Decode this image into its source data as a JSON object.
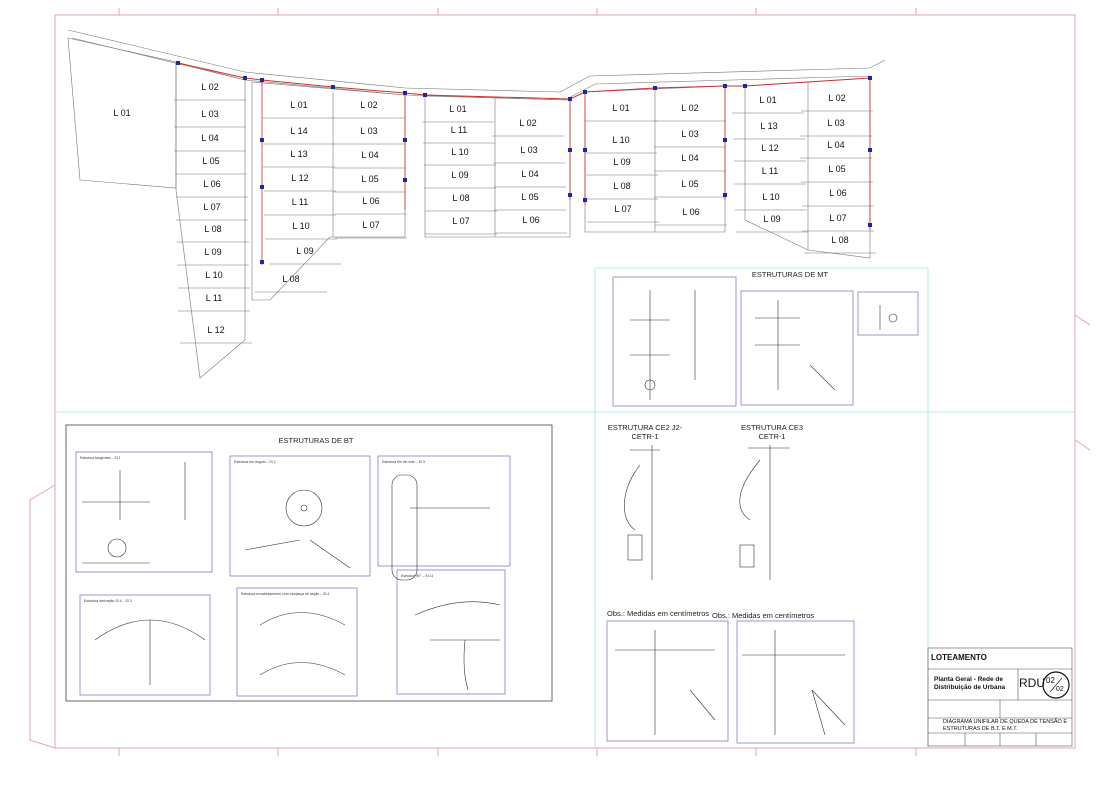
{
  "blocks": {
    "a": [
      "L 01",
      "L 02",
      "L 03",
      "L 04",
      "L 05",
      "L 06",
      "L 07",
      "L 08",
      "L 09",
      "L 10",
      "L 11",
      "L 12"
    ],
    "b": [
      "L 01",
      "L 14",
      "L 13",
      "L 12",
      "L 11",
      "L 10",
      "L 09",
      "L 08",
      "L 02",
      "L 03",
      "L 04",
      "L 05",
      "L 06",
      "L 07"
    ],
    "c": [
      "L 01",
      "L 11",
      "L 10",
      "L 09",
      "L 08",
      "L 07",
      "L 02",
      "L 03",
      "L 04",
      "L 05",
      "L 06"
    ],
    "d": [
      "L 01",
      "L 10",
      "L 09",
      "L 08",
      "L 07",
      "L 02",
      "L 03",
      "L 04",
      "L 05",
      "L 06"
    ],
    "e": [
      "L 01",
      "L 13",
      "L 12",
      "L 11",
      "L 10",
      "L 09",
      "L 02",
      "L 03",
      "L 04",
      "L 05",
      "L 06",
      "L 07",
      "L 08"
    ]
  },
  "mt": {
    "title": "ESTRUTURAS DE MT",
    "ce2_title_1": "ESTRUTURA CE2 J2-",
    "ce2_title_2": "CETR-1",
    "ce3_title_1": "ESTRUTURA CE3",
    "ce3_title_2": "CETR-1",
    "obs_1": "Obs.: Medidas em centímetros",
    "obs_2": "Obs.: Medidas em centímetros"
  },
  "bt": {
    "title": "ESTRUTURAS DE BT",
    "panels": [
      "Estrutura tangentes – SI 1",
      "Estrutura em ângulo – SI 2",
      "Estrutura fim de rede – SI 3",
      "Estrutura derivação SI 4 – SI 3",
      "Estrutura encabeçamento com mudança de seção – SI 4",
      "Estrutura 90° – SI 11"
    ]
  },
  "title_block": {
    "project": "LOTEAMENTO",
    "drawing_title": "Planta Geral - Rede de Distribuição de Urbana",
    "code": "RDU",
    "sheet": "02",
    "sheet_total": "02",
    "content": "DIAGRAMA UNIFILAR DE QUEDA DE TENSÃO E ESTRUTURAS DE B.T. E M.T."
  },
  "colors": {
    "frame": "#e8a0b8",
    "grid": "#a8e0e8",
    "network": "#d03030",
    "node": "#1a2a9a",
    "pole_label": "#3ab03a",
    "panel": "#8080c8"
  }
}
